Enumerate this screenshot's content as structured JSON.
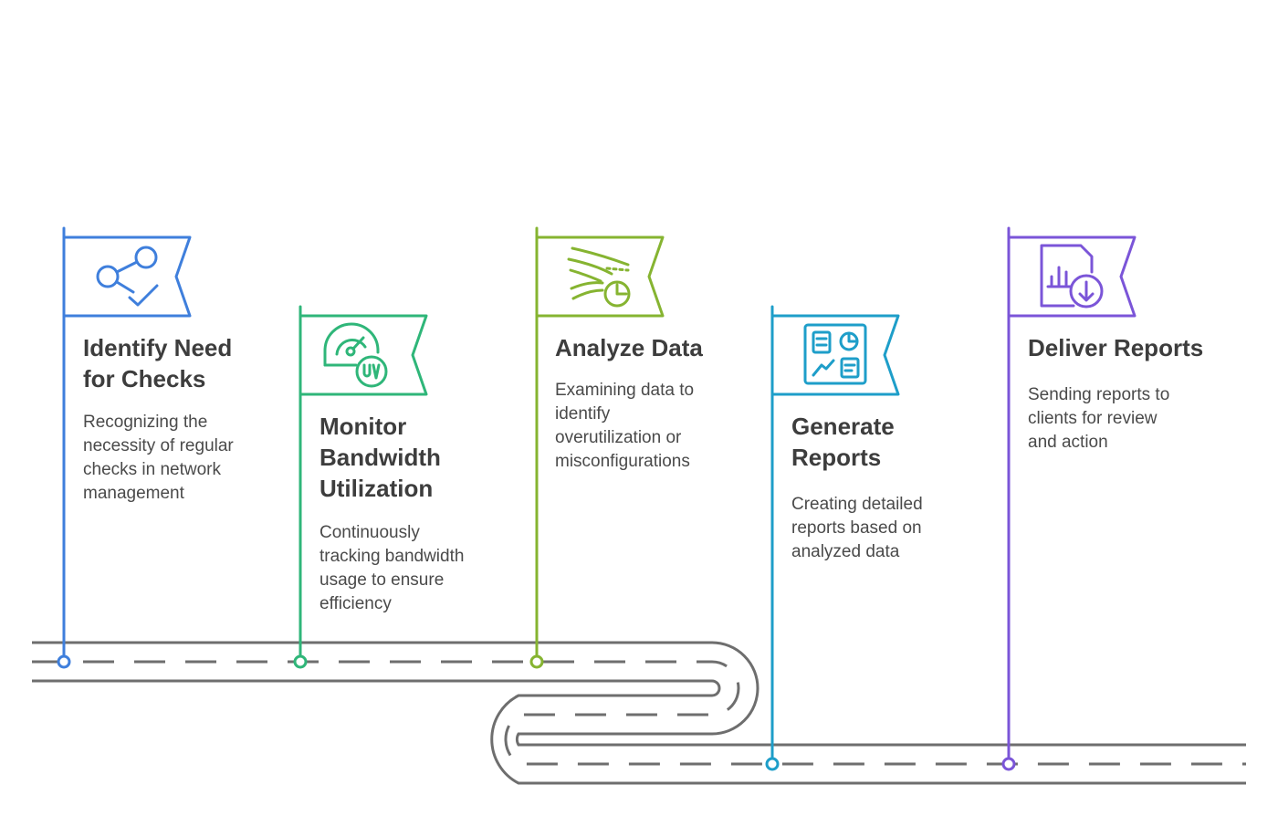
{
  "steps": [
    {
      "title": [
        "Identify Need",
        "for Checks"
      ],
      "description": [
        "Recognizing the",
        "necessity of regular",
        "checks in network",
        "management"
      ],
      "icon": "share-check-icon",
      "color": "#3f7fdc"
    },
    {
      "title": [
        "Monitor",
        "Bandwidth",
        "Utilization"
      ],
      "description": [
        "Continuously",
        "tracking bandwidth",
        "usage to ensure",
        "efficiency"
      ],
      "icon": "gauge-uv-icon",
      "color": "#2fb679"
    },
    {
      "title": [
        "Analyze Data"
      ],
      "description": [
        "Examining data to",
        "identify",
        "overutilization or",
        "misconfigurations"
      ],
      "icon": "data-flow-chart-icon",
      "color": "#86b431"
    },
    {
      "title": [
        "Generate",
        "Reports"
      ],
      "description": [
        "Creating detailed",
        "reports based on",
        "analyzed data"
      ],
      "icon": "report-dashboard-icon",
      "color": "#1e9ec9"
    },
    {
      "title": [
        "Deliver Reports"
      ],
      "description": [
        "Sending reports to",
        "clients for review",
        "and action"
      ],
      "icon": "report-download-icon",
      "color": "#7b55d8"
    }
  ],
  "road_color": "#6e6e6e"
}
